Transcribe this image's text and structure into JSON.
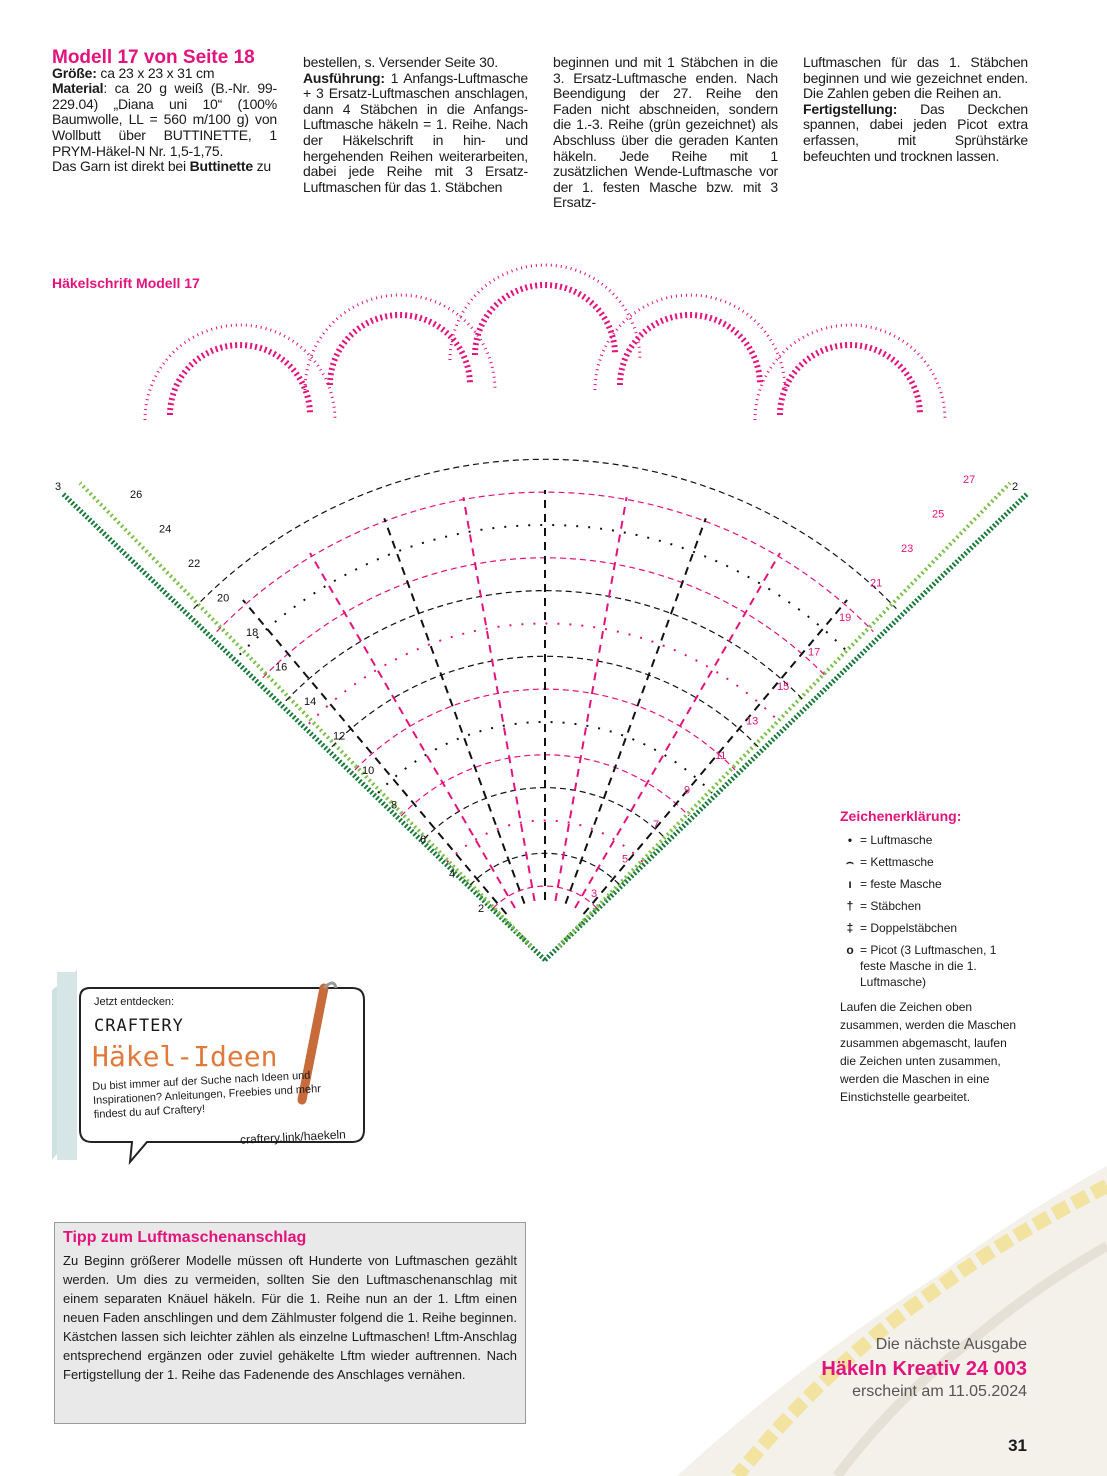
{
  "columns": {
    "col1": {
      "title": "Modell 17 von Seite 18",
      "size_label": "Größe:",
      "size_value": " ca 23 x 23 x 31 cm",
      "material_label": "Material",
      "material_value": ": ca 20 g weiß (B.-Nr. 99-229.04) „Diana uni 10“ (100% Baumwolle, LL = 560 m/100 g) von Wollbutt über BUTTINETTE, 1 PRYM-Häkel-N Nr. 1,5-1,75.",
      "yarn_text": "Das Garn ist direkt bei ",
      "yarn_brand": "Buttinette",
      "yarn_end": " zu"
    },
    "col2": {
      "line1": "bestellen, s. Versender Seite 30.",
      "exec_label": "Ausführung:",
      "exec_text": " 1 Anfangs-Luftmasche + 3 Ersatz-Luftmaschen anschlagen, dann 4 Stäbchen in die Anfangs-Luftmasche häkeln = 1. Reihe. Nach der Häkelschrift in hin- und hergehenden Reihen weiterarbeiten, dabei jede Reihe mit 3 Ersatz-Luftmaschen für das 1. Stäbchen"
    },
    "col3": {
      "text": "beginnen und mit 1 Stäbchen in die 3. Ersatz-Luftmasche enden. Nach Beendigung der 27. Reihe den Faden nicht abschneiden, sondern die 1.-3. Reihe (grün gezeichnet) als Abschluss über die geraden Kanten häkeln. Jede Reihe mit 1 zusätzlichen Wende-Luftmasche vor der 1. festen Masche bzw. mit 3 Ersatz-"
    },
    "col4": {
      "text": "Luftmaschen für das 1. Stäbchen beginnen und wie gezeichnet enden. Die Zahlen geben die Reihen an.",
      "finish_label": "Fertigstellung:",
      "finish_text": " Das Deckchen spannen, dabei jeden Picot extra erfassen, mit Sprühstärke befeuchten und trocknen lassen."
    }
  },
  "chart": {
    "heading": "Häkelschrift Modell 17",
    "row_numbers_left": [
      "26",
      "24",
      "22",
      "20",
      "18",
      "16",
      "14",
      "12",
      "10",
      "8",
      "6",
      "4",
      "2"
    ],
    "row_numbers_right": [
      "27",
      "25",
      "23",
      "21",
      "19",
      "17",
      "15",
      "13",
      "11",
      "9",
      "7",
      "5",
      "3"
    ],
    "edge_labels": [
      "3",
      "2"
    ]
  },
  "legend": {
    "heading": "Zeichenerklärung:",
    "items": [
      {
        "symbol": "•",
        "label": "= Luftmasche"
      },
      {
        "symbol": "⌢",
        "label": "= Kettmasche"
      },
      {
        "symbol": "ı",
        "label": "= feste Masche"
      },
      {
        "symbol": "†",
        "label": "= Stäbchen"
      },
      {
        "symbol": "‡",
        "label": "= Doppelstäbchen"
      },
      {
        "symbol": "o",
        "label": "= Picot (3 Luftmaschen, 1 feste Masche in die 1. Luftmasche)"
      }
    ],
    "note": "Laufen die Zeichen oben zusammen, werden die Maschen zusammen abgemascht, laufen die Zeichen unten zusammen, werden die Maschen in eine Einstichstelle gearbeitet."
  },
  "ad": {
    "small": "Jetzt entdecken:",
    "brand": "CRAFTERY",
    "headline": "Häkel-Ideen",
    "body": "Du bist immer auf der Suche nach Ideen und Inspirationen? Anleitungen, Freebies und mehr findest du auf Craftery!",
    "link": "craftery.link/haekeln"
  },
  "tip": {
    "heading": "Tipp zum Luftmaschenanschlag",
    "body": "Zu Beginn größerer Modelle müssen oft Hunderte von Luftmaschen gezählt werden. Um dies zu vermeiden, sollten Sie den Luftmaschenanschlag mit einem separaten Knäuel häkeln. Für die 1. Reihe nun an der 1. Lftm einen neuen Faden anschlingen und dem Zählmuster folgend die 1. Reihe beginnen. Kästchen lassen sich leichter zählen als einzelne Luftmaschen! Lftm-Anschlag entsprechend ergänzen oder zuviel gehäkelte Lftm wieder auftrennen. Nach Fertigstellung der 1. Reihe das Fadenende des Anschlages vernähen."
  },
  "next_issue": {
    "line1": "Die nächste Ausgabe",
    "title": "Häkeln Kreativ 24 003",
    "date": "erscheint am 11.05.2024"
  },
  "page_number": "31",
  "colors": {
    "accent": "#e2137c",
    "green": "#1a7a3c",
    "lightgreen": "#7cbf4a"
  }
}
